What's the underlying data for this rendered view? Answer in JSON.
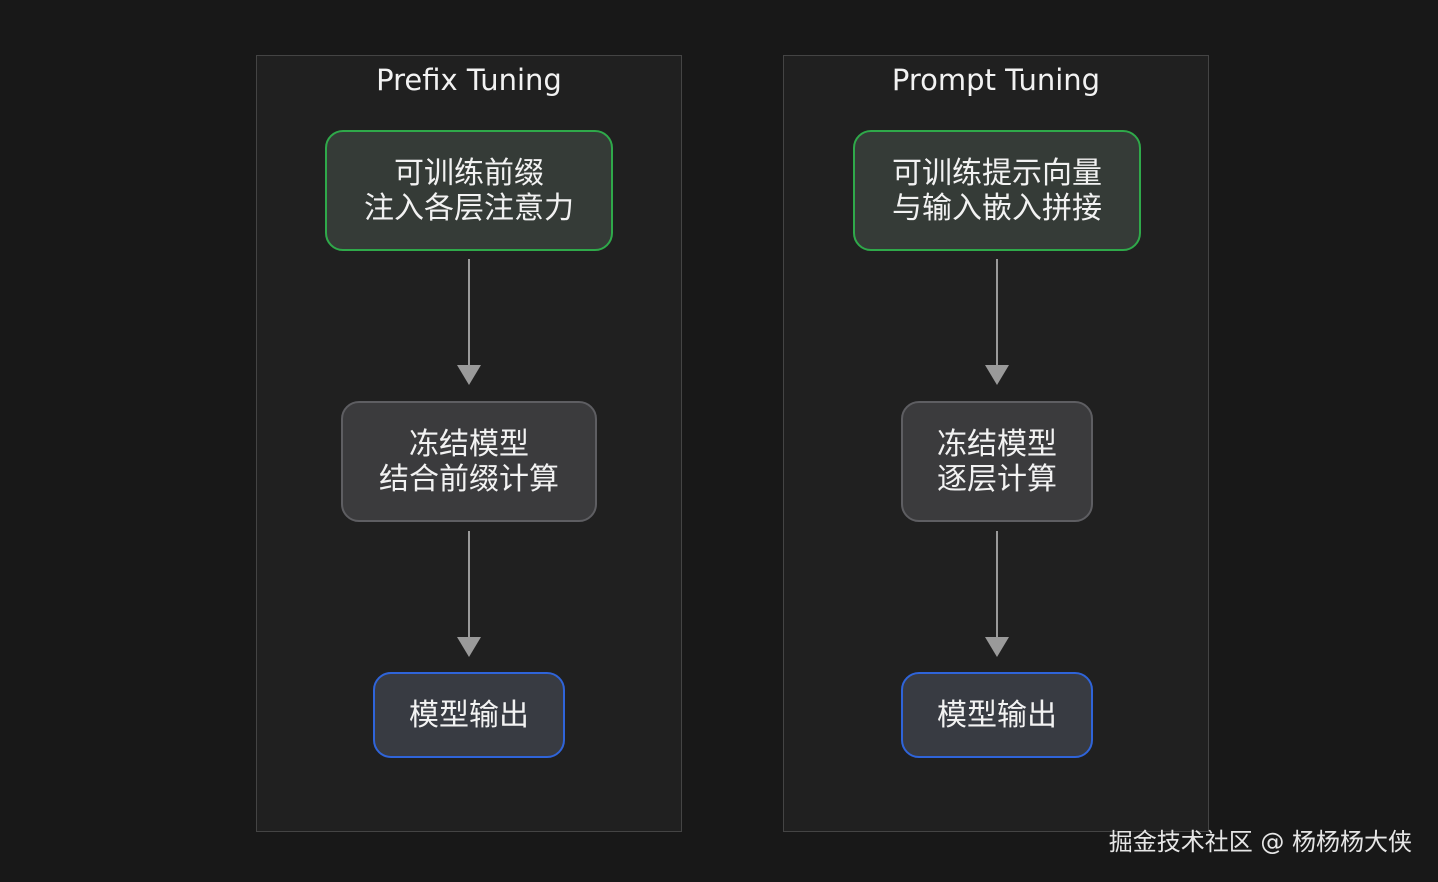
{
  "panels": [
    {
      "title": "Prefix Tuning",
      "nodes": [
        {
          "lines": [
            "可训练前缀",
            "注入各层注意力"
          ]
        },
        {
          "lines": [
            "冻结模型",
            "结合前缀计算"
          ]
        },
        {
          "lines": [
            "模型输出"
          ]
        }
      ]
    },
    {
      "title": "Prompt Tuning",
      "nodes": [
        {
          "lines": [
            "可训练提示向量",
            "与输入嵌入拼接"
          ]
        },
        {
          "lines": [
            "冻结模型",
            "逐层计算"
          ]
        },
        {
          "lines": [
            "模型输出"
          ]
        }
      ]
    }
  ],
  "colors": {
    "background": "#181818",
    "panel": "#202020",
    "input_border": "#2fa94a",
    "model_border": "#5e5e62",
    "output_border": "#2f64d9",
    "arrow": "#9a9a9a"
  },
  "watermark": "掘金技术社区 @ 杨杨杨大侠"
}
